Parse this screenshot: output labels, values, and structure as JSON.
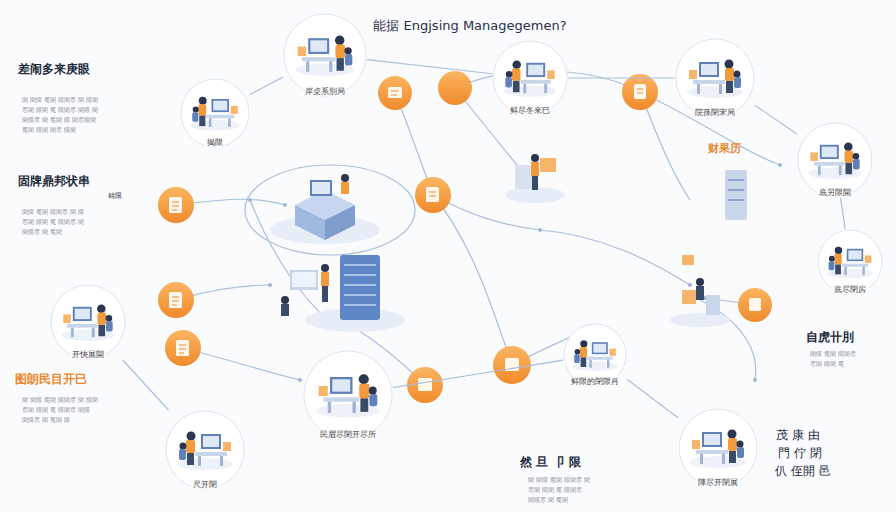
{
  "diagram": {
    "title": "能据 Engjsing Managegemen?",
    "nodes": [
      {
        "text": [
          "岸桌系別局"
        ]
      },
      {
        "text": [
          "鲜尽冬來巳"
        ]
      },
      {
        "text": [
          "院孫閉宋局"
        ]
      },
      {
        "text": [
          "揭限"
        ]
      },
      {
        "text": [
          "底另限開"
        ]
      },
      {
        "text": [
          "底尽閉房"
        ]
      },
      {
        "text": [
          "开快展開"
        ]
      },
      {
        "text": [
          "鲜限的閉限肖"
        ]
      },
      {
        "text": [
          "民眉尽閉开尽所"
        ]
      },
      {
        "text": [
          "尺开閉"
        ]
      },
      {
        "text": [
          "陣尽开閉展"
        ]
      }
    ],
    "edges": [
      {
        "from": 3,
        "to": 0,
        "arrow": "none"
      },
      {
        "from": 0,
        "to": 1,
        "arrow": "none"
      },
      {
        "from": 1,
        "to": 2,
        "arrow": "none"
      },
      {
        "from": 2,
        "to": 4,
        "arrow": "none"
      },
      {
        "from": 4,
        "to": 5,
        "arrow": "none"
      },
      {
        "from": 6,
        "to": 9,
        "arrow": "none"
      },
      {
        "from": 8,
        "to": 7,
        "arrow": "none"
      },
      {
        "from": 7,
        "to": 10,
        "arrow": "none"
      }
    ],
    "labels": [
      "差闹多来庚眼",
      "閉 閉限 尾閉 限閉尽 閉 限閉",
      "尽閉 限閉 尾 限閉尽 閉限 閉",
      "閉限尽 閉 尾閉 限 閉尽限閉",
      "尾閉 限閉 閉尽 限閉",
      "固牌鼎邦状串",
      "精限",
      "閉限 尾閉 限閉尽 閉 限",
      "尽閉 限閉 尾 限閉尽 閉",
      "閉限尽 閉 尾閉",
      "图朗民目开巳",
      "閉 閉限 尾閉 限閉尽 閉 限閉",
      "尽閉 限閉 尾 限閉尽 閉限",
      "閉限尽 閉 尾閉 限",
      "财果历",
      "自虎卄刖",
      "閉限 尾閉 限閉尽",
      "尽閉 限閉 尾",
      "茂 康 由",
      "門 佇 閉",
      "仈 侄開 邑",
      "然 旦 卩 限",
      "閉 閉限 尾閉 限閉尽 閉",
      "尽閉 限閉 尾 限閉尽",
      "閉限尽 閉 尾閉"
    ]
  }
}
